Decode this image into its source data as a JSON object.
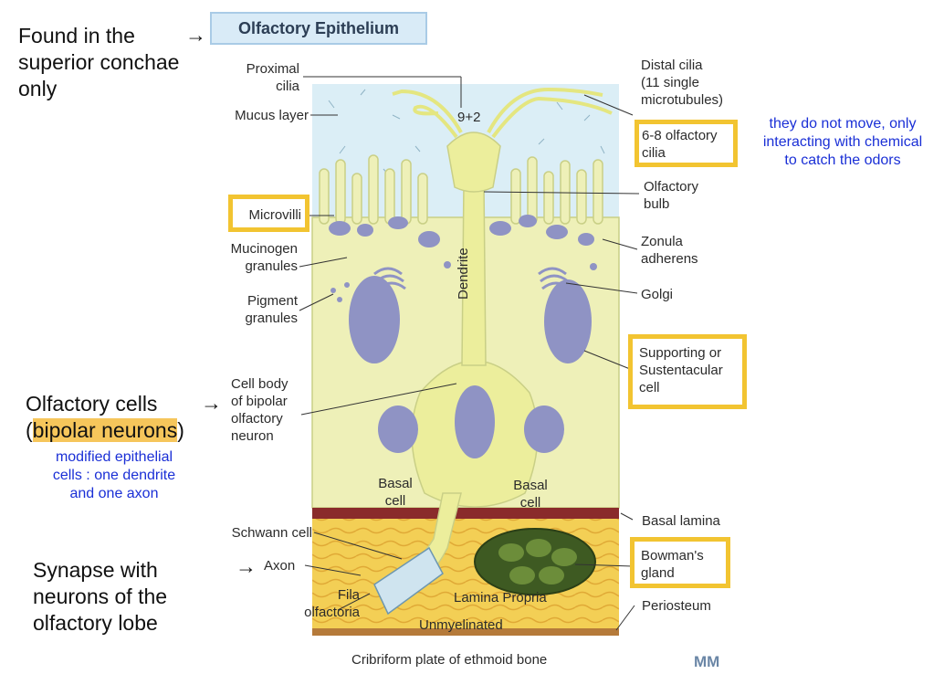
{
  "title": "Olfactory Epithelium",
  "annotations": {
    "superior_conchae": [
      "Found in the",
      "superior conchae",
      "only"
    ],
    "olfactory_cells_line1": "Olfactory cells",
    "olfactory_cells_paren_open": "(",
    "olfactory_cells_highlight": "bipolar neurons",
    "olfactory_cells_paren_close": ")",
    "modified_cells": [
      "modified epithelial",
      "cells : one dendrite",
      "and one axon"
    ],
    "synapse": [
      "Synapse with",
      "neurons of the",
      "olfactory lobe"
    ],
    "cilia_note": [
      "they do not move, only",
      "interacting with chemical",
      "to catch the odors"
    ],
    "arrow": "→"
  },
  "labels": {
    "proximal_cilia": [
      "Proximal",
      "cilia"
    ],
    "mucus_layer": "Mucus layer",
    "microvilli": "Microvilli",
    "mucinogen": [
      "Mucinogen",
      "granules"
    ],
    "pigment": [
      "Pigment",
      "granules"
    ],
    "cell_body": [
      "Cell body",
      "of bipolar",
      "olfactory",
      "neuron"
    ],
    "schwann": "Schwann cell",
    "axon": "Axon",
    "fila": [
      "Fila",
      "olfactoria"
    ],
    "distal_cilia": [
      "Distal cilia",
      "(11 single",
      "microtubules)"
    ],
    "olfactory_cilia": [
      "6-8 olfactory",
      "cilia"
    ],
    "olfactory_bulb": [
      "Olfactory",
      "bulb"
    ],
    "zonula": [
      "Zonula",
      "adherens"
    ],
    "golgi": "Golgi",
    "supporting": [
      "Supporting or",
      "Sustentacular",
      "cell"
    ],
    "basal_lamina": "Basal lamina",
    "bowmans": [
      "Bowman's",
      "gland"
    ],
    "periosteum": "Periosteum",
    "nine_two": "9+2",
    "dendrite": "Dendrite",
    "basal_cell": [
      "Basal",
      "cell"
    ],
    "lamina_propria": "Lamina Propria",
    "unmyelinated": "Unmyelinated",
    "cribriform": "Cribriform plate of ethmoid bone",
    "logo": "MM"
  },
  "colors": {
    "highlight_box": "#f2c431",
    "annotation_blue": "#1a2fd6",
    "mucus": "#dbeef6",
    "cell": "#eef0b8",
    "nucleus": "#8f93c4",
    "lamina_propria": "#f3cf55",
    "basal_lamina": "#8a2b2b"
  }
}
